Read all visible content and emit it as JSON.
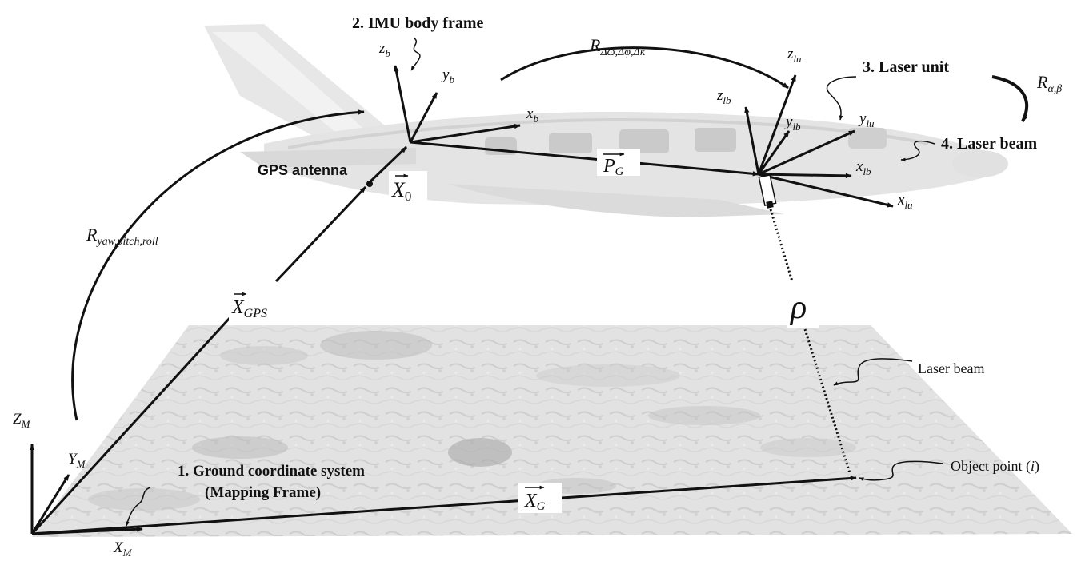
{
  "labels": {
    "imu_body_frame": "2. IMU body frame",
    "laser_unit": "3. Laser unit",
    "laser_beam_title": "4.  Laser beam",
    "gps_antenna": "GPS antenna",
    "ground_system_line1": "1. Ground coordinate system",
    "ground_system_line2": "(Mapping Frame)",
    "laser_beam_ground": "Laser beam",
    "object_point": "Object point (",
    "object_point_i": "i",
    "object_point_close": ")"
  },
  "axes": {
    "z_b": "z",
    "z_b_sub": "b",
    "y_b": "y",
    "y_b_sub": "b",
    "x_b": "x",
    "x_b_sub": "b",
    "z_lu": "z",
    "z_lu_sub": "lu",
    "z_lb": "z",
    "z_lb_sub": "lb",
    "y_lb": "y",
    "y_lb_sub": "lb",
    "y_lu": "y",
    "y_lu_sub": "lu",
    "x_lb": "x",
    "x_lb_sub": "lb",
    "x_lu": "x",
    "x_lu_sub": "lu",
    "Z_M": "Z",
    "Z_M_sub": "M",
    "Y_M": "Y",
    "Y_M_sub": "M",
    "X_M": "X",
    "X_M_sub": "M"
  },
  "rotations": {
    "r_delta": "R",
    "r_delta_sub": "Δω,Δφ,Δκ",
    "r_ab": "R",
    "r_ab_sub": "α,β",
    "r_ypr": "R",
    "r_ypr_sub": "yaw,pitch,roll"
  },
  "vectors": {
    "p_g": "P",
    "p_g_sub": "G",
    "x_0": "X",
    "x_0_sub": "0",
    "x_gps": "X",
    "x_gps_sub": "GPS",
    "x_g": "X",
    "x_g_sub": "G",
    "rho": "ρ"
  }
}
